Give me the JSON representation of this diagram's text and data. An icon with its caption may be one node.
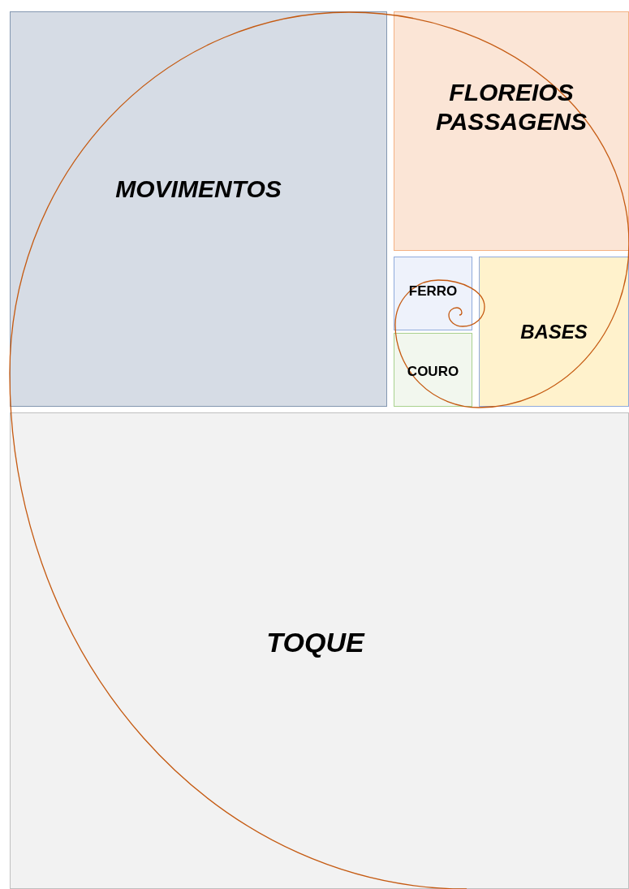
{
  "diagram": {
    "nodes": [
      {
        "text": [
          "MOVIMENTOS"
        ]
      },
      {
        "text": [
          "FLOREIOS PASSAGENS"
        ]
      },
      {
        "text": [
          "FERRO"
        ]
      },
      {
        "text": [
          "COURO"
        ]
      },
      {
        "text": [
          "BASES"
        ]
      },
      {
        "text": [
          "TOQUE"
        ]
      }
    ]
  }
}
